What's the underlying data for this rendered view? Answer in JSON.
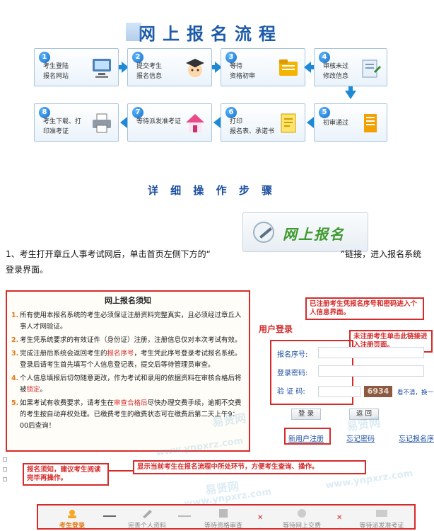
{
  "flow": {
    "title": "网上报名流程",
    "steps": [
      {
        "num": "1",
        "line1": "考生登陆",
        "line2": "报名网站"
      },
      {
        "num": "2",
        "line1": "提交考生",
        "line2": "报名信息"
      },
      {
        "num": "3",
        "line1": "等待",
        "line2": "资格初审"
      },
      {
        "num": "4",
        "line1": "审核未过",
        "line2": "修改信息"
      },
      {
        "num": "5",
        "line1": "初审通过",
        "line2": ""
      },
      {
        "num": "6",
        "line1": "打印",
        "line2": "报名表、承诺书"
      },
      {
        "num": "7",
        "line1": "等待派发准考证",
        "line2": ""
      },
      {
        "num": "8",
        "line1": "考生下载、打",
        "line2": "印准考证"
      }
    ]
  },
  "detail_title": "详 细 操 作 步 骤",
  "banner_label": "网上报名",
  "paragraph": {
    "before": "1、考生打开章丘人事考试网后，单击首页左侧下方的“",
    "after": "”链接，进入报名系统登录界面。"
  },
  "notice": {
    "heading": "网上报名须知",
    "items": [
      {
        "n": "1.",
        "text": "所有使用本报名系统的考生必须保证注册资料完整真实，且必须经过章丘人事人才网验证。"
      },
      {
        "n": "2.",
        "text": "考生凭系统要求的有效证件（身份证）注册，注册信息仅对本次考试有效。"
      },
      {
        "n": "3.",
        "pre": "完成注册后系统会返回考生的",
        "hl": "报名序号",
        "post": "，考生凭此序号登录考试报名系统。登录后请考生首先填写个人信息登记表，提交后等待管理员审查。"
      },
      {
        "n": "4.",
        "pre": "个人信息填报后切勿随意更改，作为考试和录用的依据资料在审核合格后将被",
        "hl": "锁定",
        "post": "。"
      },
      {
        "n": "5.",
        "pre": "如果考试有收费要求，请考生在",
        "hl": "审查合格后",
        "post": "尽快办理交费手续，逾期不交费的考生按自动弃权处理。已缴费考生的缴费状态可在缴费后第二天上午9：00后查询！"
      }
    ]
  },
  "callouts": {
    "registered": "已注册考生凭报名序号和密码进入个人信息界面。",
    "unregistered": "未注册考生单击此链接进入注册页面。",
    "read_notice": "报名须知，建议考生阅读完毕再操作。",
    "progress_note": "显示当前考生在报名流程中所处环节，方便考生查询、操作。"
  },
  "login": {
    "title": "用户登录",
    "serial_label": "报名序号:",
    "password_label": "登录密码:",
    "code_label": "验 证 码:",
    "captcha": "6934",
    "captcha_hint": "看不清，换一",
    "login_button": "登 录",
    "back_button": "返 回",
    "new_user_link": "新用户注册",
    "forgot_link": "忘记密码",
    "forgot_serial_link": "忘记报名序"
  },
  "watermarks": [
    "易贤网",
    "www.ynpxrz.com",
    "易贤网",
    "www.ynpxrz.com",
    "易贤网",
    "www.ynpxrz.com"
  ],
  "progress": {
    "steps": [
      "考生登录",
      "完善个人资料",
      "等待资格审查",
      "等待网上交费",
      "等待派发准考证"
    ],
    "active_index": 0
  },
  "colors": {
    "accent_blue": "#1d8ad8",
    "callout_red": "#d62b2b",
    "title_blue": "#1d5aa8"
  }
}
